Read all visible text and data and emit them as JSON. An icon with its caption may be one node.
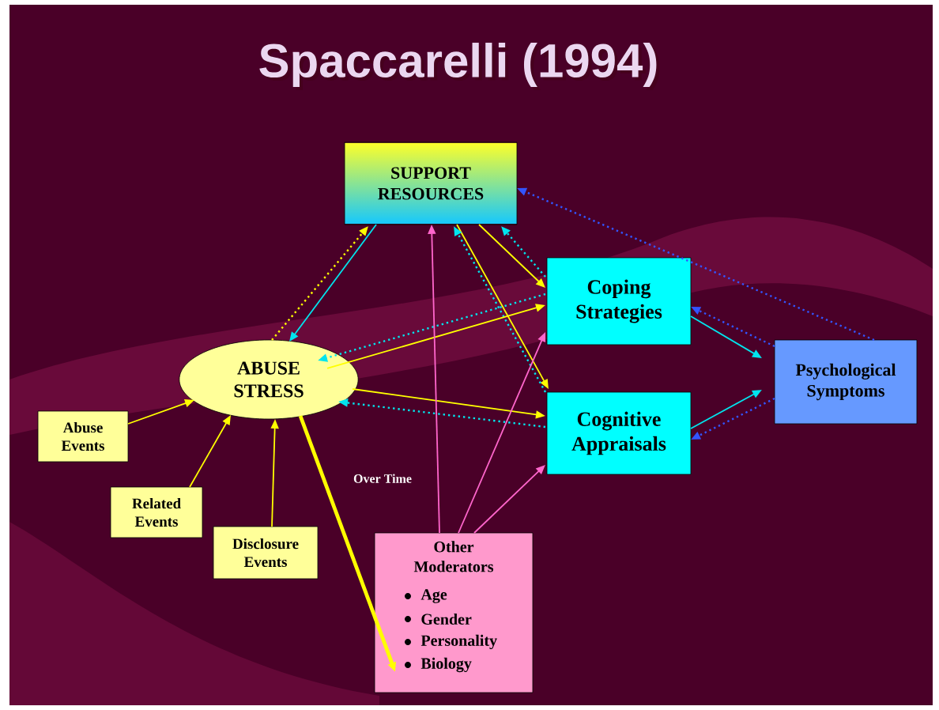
{
  "diagram": {
    "title": "Spaccarelli (1994)",
    "nodes": [
      {
        "text": [
          "SUPPORT RESOURCES"
        ]
      },
      {
        "text": [
          "Coping Strategies"
        ]
      },
      {
        "text": [
          "ABUSE STRESS"
        ]
      },
      {
        "text": [
          "Psychological Symptoms"
        ]
      },
      {
        "text": [
          "Cognitive Appraisals"
        ]
      },
      {
        "text": [
          "Abuse Events"
        ]
      },
      {
        "text": [
          "Related Events"
        ]
      },
      {
        "text": [
          "Disclosure Events"
        ]
      },
      {
        "text": [
          "Other Moderators",
          "Age",
          "Gender",
          "Personality",
          "Biology"
        ]
      }
    ],
    "edges": [
      {
        "from": 2,
        "to": 0,
        "arrow": "to",
        "style": "dashed"
      },
      {
        "from": 0,
        "to": 2,
        "arrow": "to",
        "color": "#00e5ee"
      },
      {
        "from": 0,
        "to": 1,
        "arrow": "to"
      },
      {
        "from": 1,
        "to": 0,
        "arrow": "to",
        "style": "dashed",
        "color": "#00e5ee"
      },
      {
        "from": 0,
        "to": 4,
        "arrow": "to"
      },
      {
        "from": 4,
        "to": 0,
        "arrow": "to",
        "style": "dashed",
        "color": "#00e5ee"
      },
      {
        "from": 2,
        "to": 1,
        "arrow": "to"
      },
      {
        "from": 1,
        "to": 2,
        "arrow": "to",
        "style": "dashed",
        "color": "#00e5ee"
      },
      {
        "from": 2,
        "to": 4,
        "arrow": "to"
      },
      {
        "from": 4,
        "to": 2,
        "arrow": "to",
        "style": "dashed",
        "color": "#00e5ee"
      },
      {
        "from": 1,
        "to": 3,
        "arrow": "to",
        "color": "#00e5ee"
      },
      {
        "from": 3,
        "to": 1,
        "arrow": "to",
        "style": "dashed",
        "color": "#3355ff"
      },
      {
        "from": 4,
        "to": 3,
        "arrow": "to",
        "color": "#00e5ee"
      },
      {
        "from": 3,
        "to": 4,
        "arrow": "to",
        "style": "dashed",
        "color": "#3355ff"
      },
      {
        "from": 3,
        "to": 0,
        "arrow": "to",
        "style": "dashed",
        "color": "#3355ff"
      },
      {
        "from": 8,
        "to": 0,
        "arrow": "to",
        "color": "#ff66cc"
      },
      {
        "from": 8,
        "to": 1,
        "arrow": "to",
        "color": "#ff66cc"
      },
      {
        "from": 8,
        "to": 4,
        "arrow": "to",
        "color": "#ff66cc"
      },
      {
        "from": 5,
        "to": 2,
        "arrow": "to"
      },
      {
        "from": 6,
        "to": 2,
        "arrow": "to"
      },
      {
        "from": 7,
        "to": 2,
        "arrow": "to"
      },
      {
        "from": 2,
        "to": 8,
        "arrow": "to",
        "style": "thick",
        "label": "Over Time"
      }
    ]
  }
}
